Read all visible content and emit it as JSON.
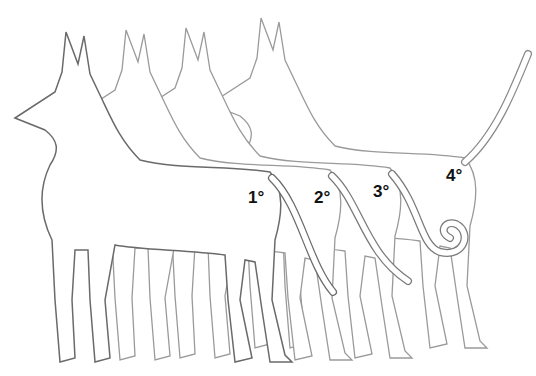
{
  "diagram": {
    "labels": [
      "1°",
      "2°",
      "3°",
      "4°"
    ]
  }
}
